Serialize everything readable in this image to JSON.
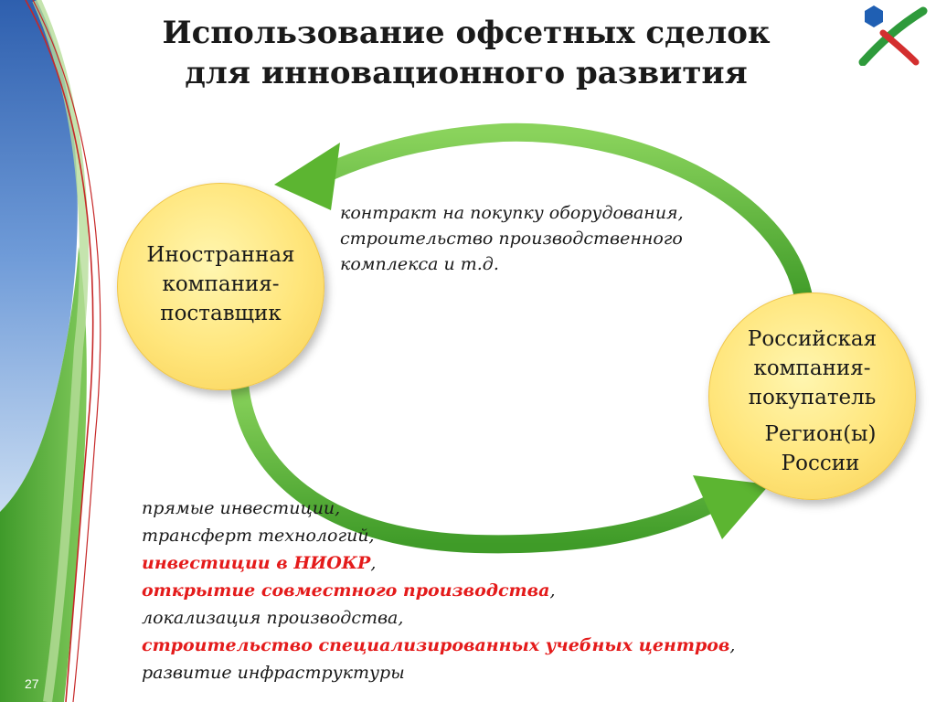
{
  "title": {
    "line1": "Использование офсетных сделок",
    "line2": "для инновационного развития"
  },
  "logo": {
    "icon": "company-logo-icon"
  },
  "colors": {
    "arrow_green": "#5cb531",
    "circle_yellow": "#ffe57a",
    "highlight_red": "#e41b1b",
    "side_blue": "#3a6bb5",
    "side_green": "#4ca52f"
  },
  "nodes": {
    "supplier": {
      "lines": [
        "Иностранная",
        "компания-",
        "поставщик"
      ]
    },
    "buyer": {
      "lines": [
        "Российская",
        "компания-",
        "покупатель"
      ],
      "region_lines": [
        "Регион(ы)",
        "России"
      ]
    }
  },
  "top_note": {
    "lines": [
      "контракт на покупку оборудования,",
      "строительство производственного",
      "комплекса и т.д."
    ]
  },
  "bottom_list": {
    "items": [
      {
        "text": "прямые инвестиции,",
        "highlight": false,
        "suffix": ""
      },
      {
        "text": "трансферт технологий,",
        "highlight": false,
        "suffix": ""
      },
      {
        "text": "инвестиции в НИОКР",
        "highlight": true,
        "suffix": ","
      },
      {
        "text": "открытие совместного производства",
        "highlight": true,
        "suffix": ","
      },
      {
        "text": "локализация производства,",
        "highlight": false,
        "suffix": ""
      },
      {
        "text": "строительство специализированных учебных центров",
        "highlight": true,
        "suffix": ","
      },
      {
        "text": "развитие инфраструктуры",
        "highlight": false,
        "suffix": ""
      }
    ]
  },
  "page_number": "27"
}
